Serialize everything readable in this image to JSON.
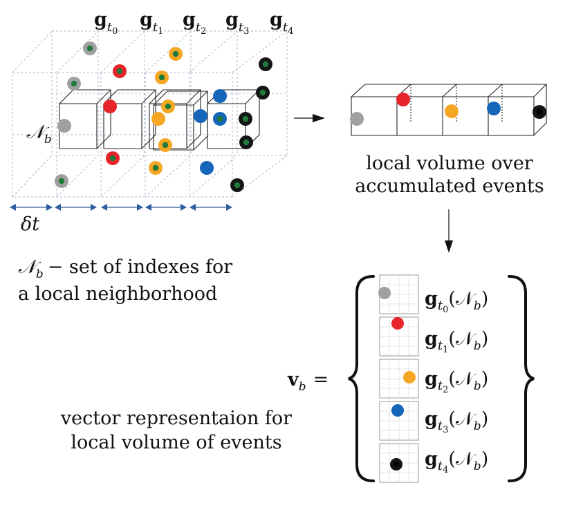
{
  "grid_labels": [
    "g",
    "g",
    "g",
    "g",
    "g"
  ],
  "grid_subscripts": [
    "t0",
    "t1",
    "t2",
    "t3",
    "t4"
  ],
  "nb_label": "𝒩",
  "nb_sub": "b",
  "delta_t": "δt",
  "definition_line1": "− set of indexes for",
  "definition_line2": "a local neighborhood",
  "local_volume_line1": "local volume over",
  "local_volume_line2": "accumulated events",
  "vector_symbol": "v",
  "vector_sub": "b",
  "vector_equals": "=",
  "vector_entry_arg": "(𝒩",
  "vector_entry_close": ")",
  "caption_line1": "vector representaion for",
  "caption_line2": "local volume of events",
  "colors": {
    "gray": "#a0a0a0",
    "red": "#e8242b",
    "orange": "#f5a623",
    "blue": "#1565b8",
    "black": "#151515",
    "green_center": "#1f7a3a",
    "arrow_blue": "#2e5c9e",
    "grid_dash": "#aab8cc"
  }
}
